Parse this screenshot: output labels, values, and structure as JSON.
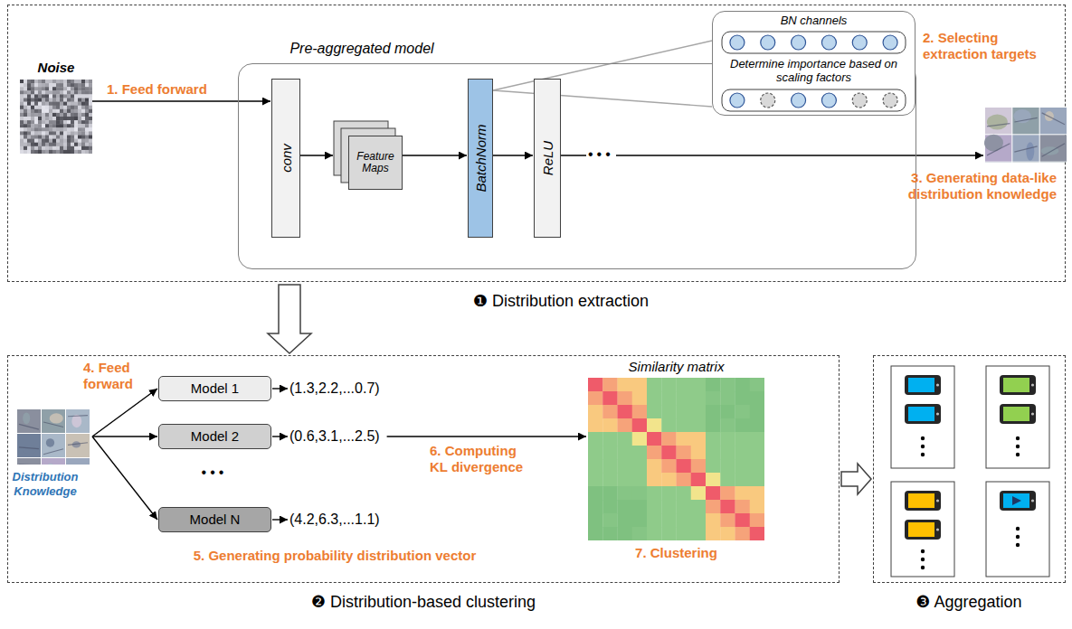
{
  "diagram": {
    "nodes": [
      {
        "text": [
          "❶ Distribution extraction"
        ]
      },
      {
        "text": [
          "Noise"
        ],
        "in": 0
      },
      {
        "text": [
          "Pre-aggregated model"
        ],
        "in": 0
      },
      {
        "text": [
          "conv"
        ],
        "in": 2
      },
      {
        "text": [
          "Feature Maps"
        ],
        "in": 2
      },
      {
        "text": [
          "BatchNorm"
        ],
        "in": 2
      },
      {
        "text": [
          "ReLU"
        ],
        "in": 2
      },
      {
        "text": [
          "BN channels",
          "Determine importance based on scaling factors"
        ],
        "in": 0
      },
      {
        "text": [
          "3. Generating data-like distribution knowledge"
        ],
        "in": 0
      },
      {
        "text": [
          "❷ Distribution-based clustering"
        ]
      },
      {
        "text": [
          "Distribution Knowledge"
        ],
        "in": 9
      },
      {
        "text": [
          "Model 1"
        ],
        "in": 9
      },
      {
        "text": [
          "Model 2"
        ],
        "in": 9
      },
      {
        "text": [
          "Model N"
        ],
        "in": 9
      },
      {
        "text": [
          "Similarity matrix"
        ],
        "in": 9
      },
      {
        "text": [
          "❸ Aggregation"
        ]
      }
    ],
    "edges": [
      {
        "from": 1,
        "to": 3,
        "arrow": "to",
        "label": "1. Feed forward"
      },
      {
        "from": 3,
        "to": 4,
        "arrow": "to"
      },
      {
        "from": 4,
        "to": 5,
        "arrow": "to"
      },
      {
        "from": 5,
        "to": 6,
        "arrow": "to"
      },
      {
        "from": 6,
        "to": 8,
        "arrow": "to",
        "label": "•••"
      },
      {
        "from": 5,
        "to": 7,
        "arrow": "none"
      },
      {
        "from": 0,
        "to": 9,
        "arrow": "to"
      },
      {
        "from": 10,
        "to": 11,
        "arrow": "to"
      },
      {
        "from": 10,
        "to": 12,
        "arrow": "to"
      },
      {
        "from": 10,
        "to": 13,
        "arrow": "to"
      },
      {
        "from": 9,
        "to": 15,
        "arrow": "to"
      }
    ],
    "labels": [
      "2. Selecting extraction targets",
      "4. Feed forward",
      "(1.3,2.2,...0.7)",
      "(0.6,3.1,...2.5)",
      "•••",
      "(4.2,6.3,...1.1)",
      "5. Generating probability distribution vector",
      "6. Computing KL divergence",
      "7. Clustering"
    ]
  }
}
